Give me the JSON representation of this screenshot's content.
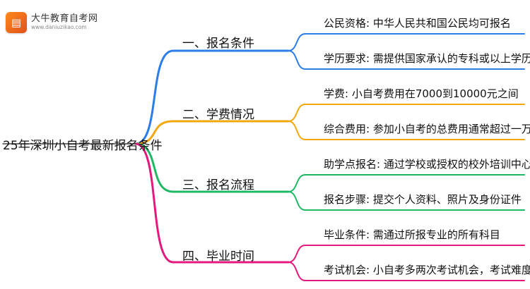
{
  "logo": {
    "icon": "book-icon",
    "name": "大牛教育自考网",
    "url": "www.daniuzikao.com"
  },
  "mindmap": {
    "root": "25年深圳小自考最新报名条件",
    "branches": [
      {
        "label": "一、报名条件",
        "color": "#2b7de9",
        "leaves": [
          "公民资格: 中华人民共和国公民均可报名",
          "学历要求: 需提供国家承认的专科或以上学历证明"
        ]
      },
      {
        "label": "二、学费情况",
        "color": "#f2a80c",
        "leaves": [
          "学费: 小自考费用在7000到10000元之间",
          "综合费用: 参加小自考的总费用通常超过一万元"
        ]
      },
      {
        "label": "三、报名流程",
        "color": "#1fb864",
        "leaves": [
          "助学点报名: 通过学校或授权的校外培训中心报名",
          "报名步骤: 提交个人资料、照片及身份证件"
        ]
      },
      {
        "label": "四、毕业时间",
        "color": "#e4197c",
        "leaves": [
          "毕业条件: 需通过所报专业的所有科目",
          "考试机会: 小自考多两次考试机会，考试难度较低"
        ]
      }
    ]
  }
}
